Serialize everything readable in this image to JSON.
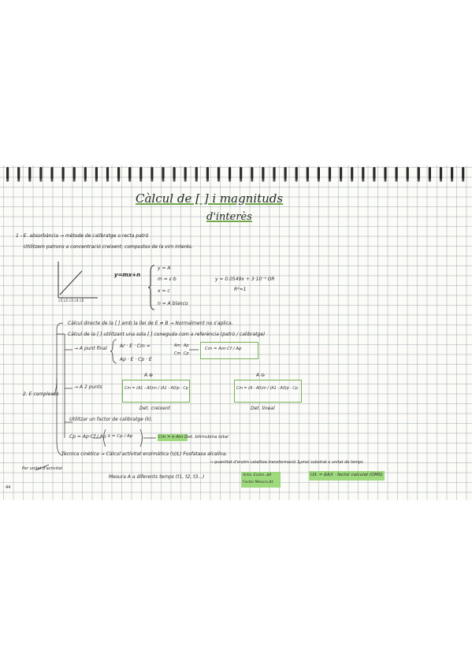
{
  "title": {
    "line1": "Càlcul de [ ] i magnituds",
    "line2": "d'interès"
  },
  "section1": {
    "num": "1.",
    "heading": "1 - E. absorbància → mètode de calibratge o recta patró",
    "sub": "Utilitzem patrons a concentració creixent, compostos de la vim interès.",
    "eq": "y=mx+n",
    "legend": [
      "y = A",
      "m = ε·b",
      "x = c",
      "n = A blanco"
    ],
    "fit": "y = 0.0549x + 3·10⁻⁴ OR",
    "r2": "R²≈1",
    "graph_xlabel": "c1 c2 c3 c4  c5"
  },
  "section2": {
    "label": "2. E complexes",
    "line1": "Càlcul directe de la [ ] amb la llei de E ≠ B → Normalment no s'aplica.",
    "line2": "Càlcul de la [ ] utilitzant una sola [ ] coneguda com a referència (patró / calibratge)",
    "bullet1": "→ A punt final",
    "a_eq1": "Ar · E · Cm =",
    "a_eq2": "Ap · E · Cp · E",
    "frac_top": "Am",
    "frac_bot": "Cm",
    "frac_top2": "Ap",
    "frac_bot2": "Cp",
    "box1": "Cm = Am·Cf / Ap",
    "bullet2": "→ A 2 punts",
    "label_ab1": "A ⊕",
    "label_ab2": "A ⊖",
    "box2": "Cm = (A1 - A0)m / (A1 - A0)p · Cp",
    "box3": "Cm = (A - A0)m / (A1 - A0)p · Cp",
    "det1": "Det. creixent",
    "det2": "Det. lineal",
    "line3": "Utilitzar un factor de calibratge (k).",
    "k_eq": "Cp = Ap·Cf / Ap",
    "k_box": "k = Cp / Ap",
    "k_result": "Cm = k·Am  Det. bilirrubina total",
    "line4": "Tècnica cinètica → Càlcul activitat enzimàtica (U/L)   Fosfatasa alcalina.",
    "line5": "→ quantitat d'enzim catalitza transformació 1µmol substrat x unitat de temps",
    "line6": "Per unitat d'activitat",
    "line7": "Mesura A a diferents temps (t1, t2, t3...)",
    "hl1a": "Activ. Enzim. ΔA",
    "hl1b": "Factor Mesura  Δt",
    "hl2": "U/L = ΔA/t · factor calculat (OMS)"
  },
  "page_number": "44"
}
